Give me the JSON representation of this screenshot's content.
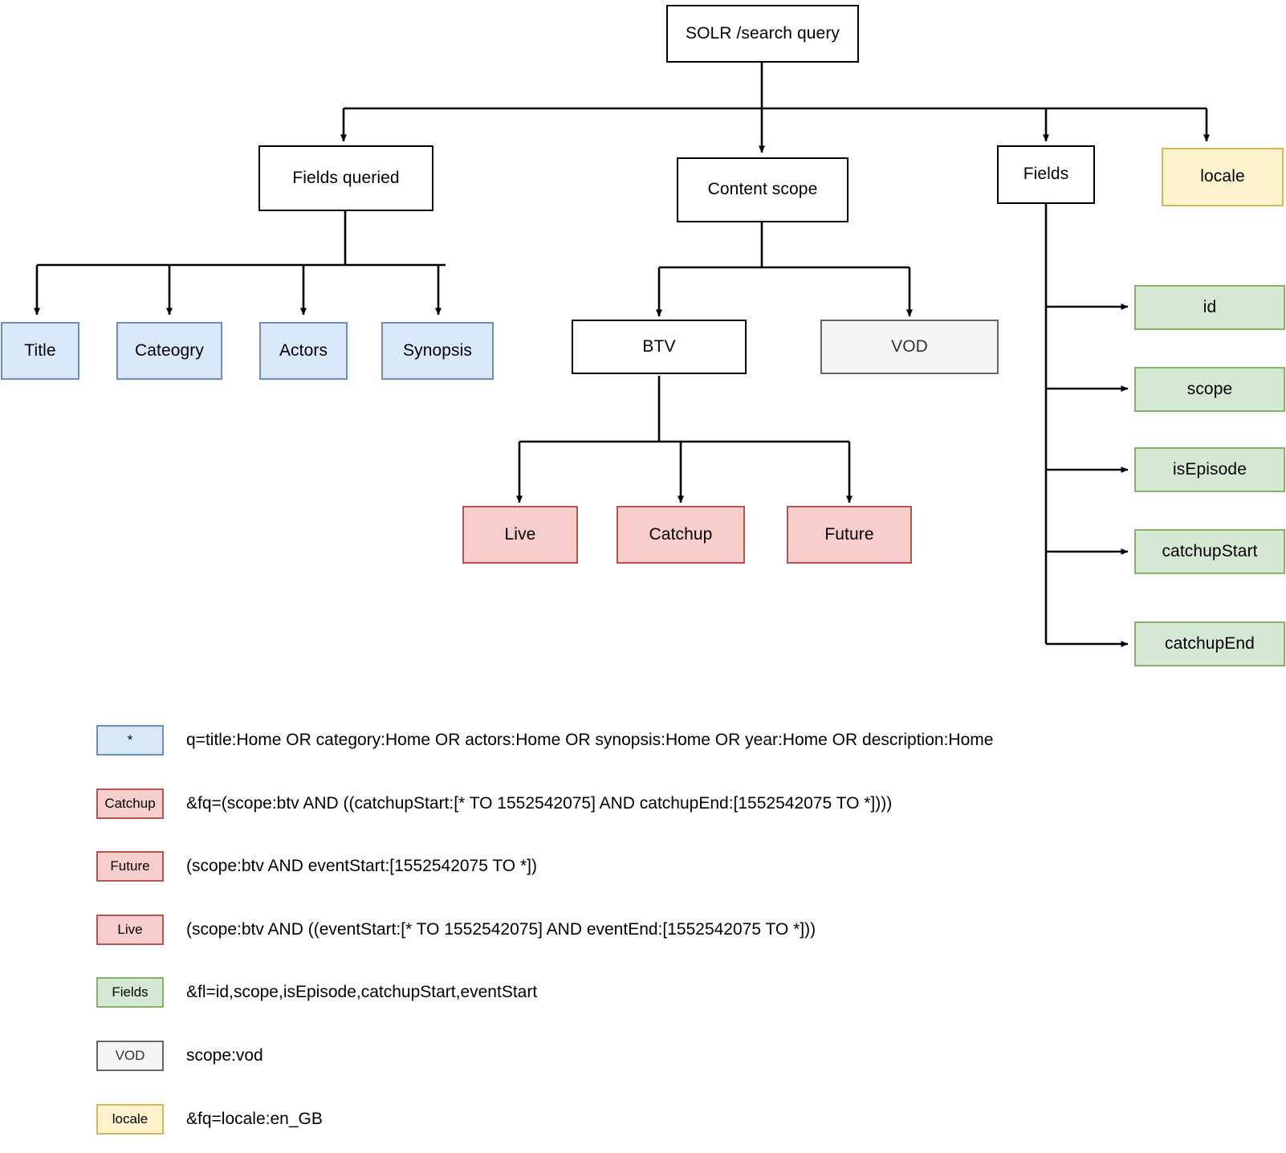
{
  "diagram": {
    "title": "SOLR /search query",
    "root": {
      "label": "SOLR /search query"
    },
    "level1": [
      {
        "label": "Fields queried",
        "style": "plain"
      },
      {
        "label": "Content scope",
        "style": "plain"
      },
      {
        "label": "Fields",
        "style": "plain"
      },
      {
        "label": "locale",
        "style": "yellow"
      }
    ],
    "fields_queried": [
      {
        "label": "Title",
        "style": "blue"
      },
      {
        "label": "Cateogry",
        "style": "blue"
      },
      {
        "label": "Actors",
        "style": "blue"
      },
      {
        "label": "Synopsis",
        "style": "blue"
      }
    ],
    "content_scope": [
      {
        "label": "BTV",
        "style": "plain"
      },
      {
        "label": "VOD",
        "style": "gray"
      }
    ],
    "btv_children": [
      {
        "label": "Live",
        "style": "red"
      },
      {
        "label": "Catchup",
        "style": "red"
      },
      {
        "label": "Future",
        "style": "red"
      }
    ],
    "fields_list": [
      {
        "label": "id",
        "style": "green"
      },
      {
        "label": "scope",
        "style": "green"
      },
      {
        "label": "isEpisode",
        "style": "green"
      },
      {
        "label": "catchupStart",
        "style": "green"
      },
      {
        "label": "catchupEnd",
        "style": "green"
      }
    ]
  },
  "legend": [
    {
      "swatch": "*",
      "style": "blue",
      "text": "q=title:Home OR category:Home OR actors:Home OR synopsis:Home OR year:Home OR description:Home"
    },
    {
      "swatch": "Catchup",
      "style": "red",
      "text": "&fq=(scope:btv AND ((catchupStart:[* TO 1552542075] AND catchupEnd:[1552542075 TO *])))"
    },
    {
      "swatch": "Future",
      "style": "red",
      "text": "(scope:btv AND eventStart:[1552542075 TO *])"
    },
    {
      "swatch": "Live",
      "style": "red",
      "text": "(scope:btv AND ((eventStart:[* TO 1552542075] AND eventEnd:[1552542075 TO *]))"
    },
    {
      "swatch": "Fields",
      "style": "green",
      "text": "&fl=id,scope,isEpisode,catchupStart,eventStart"
    },
    {
      "swatch": "VOD",
      "style": "gray",
      "text": "scope:vod"
    },
    {
      "swatch": "locale",
      "style": "yellow",
      "text": "&fq=locale:en_GB"
    }
  ],
  "colors": {
    "blue_fill": "#dae8fc",
    "blue_stroke": "#6c8ebf",
    "red_fill": "#f8cecc",
    "red_stroke": "#b85450",
    "green_fill": "#d5e8d4",
    "green_stroke": "#82b366",
    "yellow_fill": "#fff2cc",
    "yellow_stroke": "#d6b656",
    "gray_fill": "#f5f5f5",
    "gray_stroke": "#666666",
    "line": "#000000"
  }
}
